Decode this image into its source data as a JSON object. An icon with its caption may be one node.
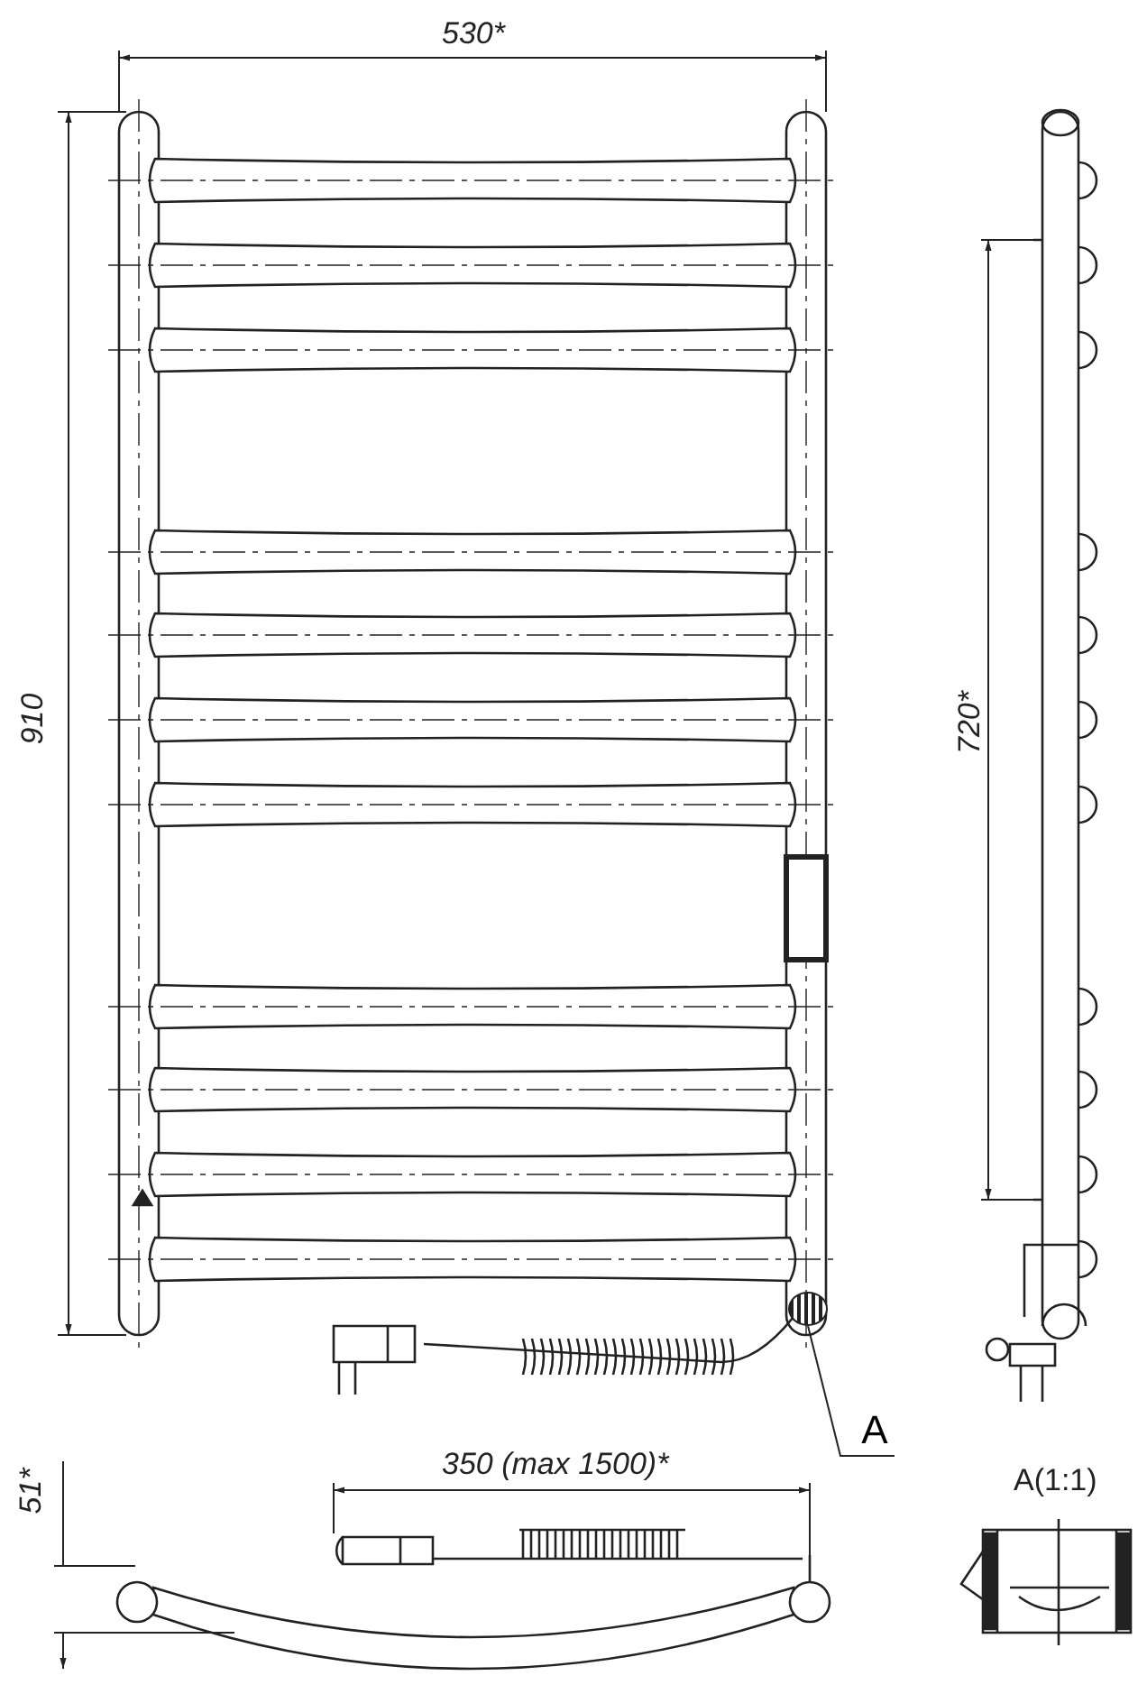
{
  "diagram": {
    "nodes": [
      {
        "text": [
          "A"
        ]
      },
      {
        "text": [],
        "shape": "circle"
      }
    ],
    "edges": [
      {
        "from": 0,
        "to": 1,
        "arrow": "none"
      }
    ],
    "labels": [
      "530*",
      "910",
      "720*",
      "350 (max 1500)*",
      "51*",
      "A(1:1)"
    ]
  }
}
